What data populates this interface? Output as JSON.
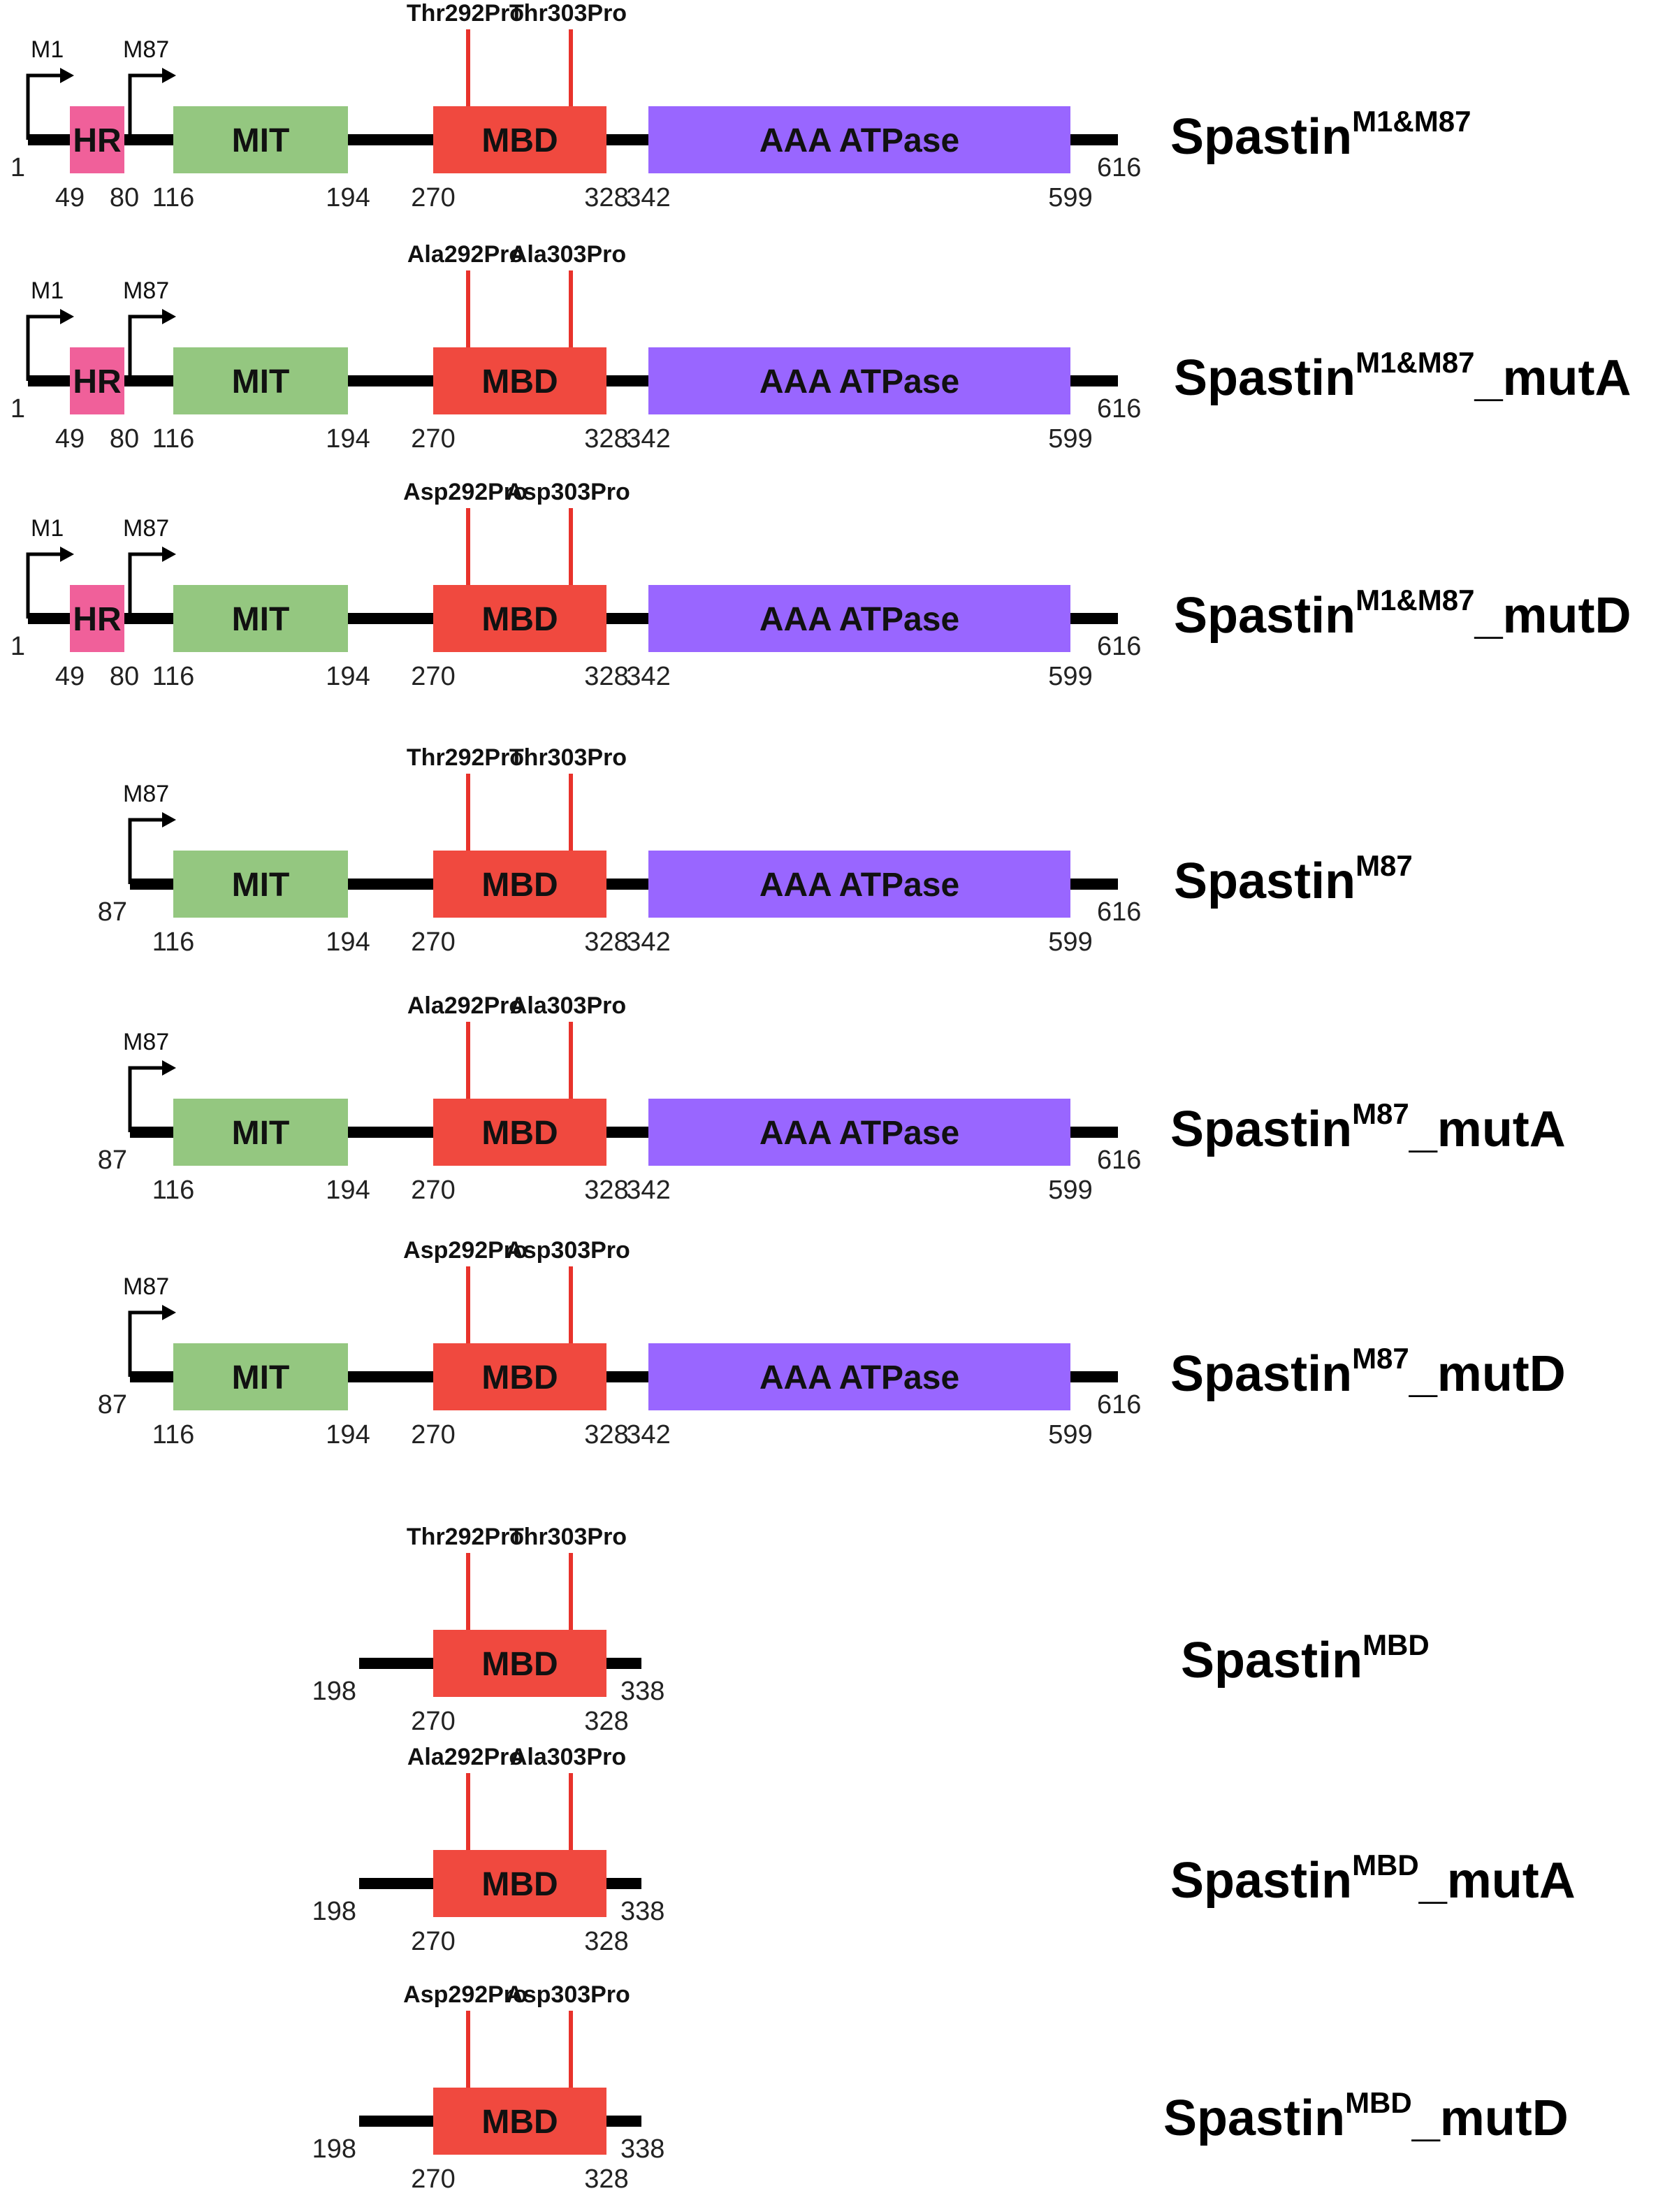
{
  "colors": {
    "HR": "#f0609a",
    "MIT": "#94c780",
    "MBD": "#f0493f",
    "AAA ATPase": "#9966ff",
    "backbone": "#000000",
    "mutation_line": "#e8322b"
  },
  "constructs": [
    {
      "name": "Spastin",
      "sup": "M1&M87",
      "suffix": "",
      "start": 1,
      "end": 616,
      "start_label": "1",
      "end_label": "616",
      "start_sites": [
        "M1",
        "M87"
      ],
      "domains": [
        {
          "name": "HR",
          "label": "HR",
          "start": 49,
          "end": 80
        },
        {
          "name": "MIT",
          "label": "MIT",
          "start": 116,
          "end": 194
        },
        {
          "name": "MBD",
          "label": "MBD",
          "start": 270,
          "end": 328
        },
        {
          "name": "AAA ATPase",
          "label": "AAA ATPase",
          "start": 342,
          "end": 599
        }
      ],
      "positions": [
        "49",
        "80",
        "116",
        "194",
        "270",
        "328",
        "342",
        "599"
      ],
      "mutations": [
        "Thr292Pro",
        "Thr303Pro"
      ]
    },
    {
      "name": "Spastin",
      "sup": "M1&M87",
      "suffix": "_mutA",
      "start": 1,
      "end": 616,
      "start_label": "1",
      "end_label": "616",
      "start_sites": [
        "M1",
        "M87"
      ],
      "domains": [
        {
          "name": "HR",
          "label": "HR",
          "start": 49,
          "end": 80
        },
        {
          "name": "MIT",
          "label": "MIT",
          "start": 116,
          "end": 194
        },
        {
          "name": "MBD",
          "label": "MBD",
          "start": 270,
          "end": 328
        },
        {
          "name": "AAA ATPase",
          "label": "AAA ATPase",
          "start": 342,
          "end": 599
        }
      ],
      "positions": [
        "49",
        "80",
        "116",
        "194",
        "270",
        "328",
        "342",
        "599"
      ],
      "mutations": [
        "Ala292Pro",
        "Ala303Pro"
      ]
    },
    {
      "name": "Spastin",
      "sup": "M1&M87",
      "suffix": "_mutD",
      "start": 1,
      "end": 616,
      "start_label": "1",
      "end_label": "616",
      "start_sites": [
        "M1",
        "M87"
      ],
      "domains": [
        {
          "name": "HR",
          "label": "HR",
          "start": 49,
          "end": 80
        },
        {
          "name": "MIT",
          "label": "MIT",
          "start": 116,
          "end": 194
        },
        {
          "name": "MBD",
          "label": "MBD",
          "start": 270,
          "end": 328
        },
        {
          "name": "AAA ATPase",
          "label": "AAA ATPase",
          "start": 342,
          "end": 599
        }
      ],
      "positions": [
        "49",
        "80",
        "116",
        "194",
        "270",
        "328",
        "342",
        "599"
      ],
      "mutations": [
        "Asp292Pro",
        "Asp303Pro"
      ]
    },
    {
      "name": "Spastin",
      "sup": "M87",
      "suffix": "",
      "start": 87,
      "end": 616,
      "start_label": "87",
      "end_label": "616",
      "start_sites": [
        "M87"
      ],
      "domains": [
        {
          "name": "MIT",
          "label": "MIT",
          "start": 116,
          "end": 194
        },
        {
          "name": "MBD",
          "label": "MBD",
          "start": 270,
          "end": 328
        },
        {
          "name": "AAA ATPase",
          "label": "AAA ATPase",
          "start": 342,
          "end": 599
        }
      ],
      "positions": [
        "116",
        "194",
        "270",
        "328",
        "342",
        "599"
      ],
      "mutations": [
        "Thr292Pro",
        "Thr303Pro"
      ]
    },
    {
      "name": "Spastin",
      "sup": "M87",
      "suffix": "_mutA",
      "start": 87,
      "end": 616,
      "start_label": "87",
      "end_label": "616",
      "start_sites": [
        "M87"
      ],
      "domains": [
        {
          "name": "MIT",
          "label": "MIT",
          "start": 116,
          "end": 194
        },
        {
          "name": "MBD",
          "label": "MBD",
          "start": 270,
          "end": 328
        },
        {
          "name": "AAA ATPase",
          "label": "AAA ATPase",
          "start": 342,
          "end": 599
        }
      ],
      "positions": [
        "116",
        "194",
        "270",
        "328",
        "342",
        "599"
      ],
      "mutations": [
        "Ala292Pro",
        "Ala303Pro"
      ]
    },
    {
      "name": "Spastin",
      "sup": "M87",
      "suffix": "_mutD",
      "start": 87,
      "end": 616,
      "start_label": "87",
      "end_label": "616",
      "start_sites": [
        "M87"
      ],
      "domains": [
        {
          "name": "MIT",
          "label": "MIT",
          "start": 116,
          "end": 194
        },
        {
          "name": "MBD",
          "label": "MBD",
          "start": 270,
          "end": 328
        },
        {
          "name": "AAA ATPase",
          "label": "AAA ATPase",
          "start": 342,
          "end": 599
        }
      ],
      "positions": [
        "116",
        "194",
        "270",
        "328",
        "342",
        "599"
      ],
      "mutations": [
        "Asp292Pro",
        "Asp303Pro"
      ]
    },
    {
      "name": "Spastin",
      "sup": "MBD",
      "suffix": "",
      "start": 198,
      "end": 338,
      "start_label": "198",
      "end_label": "338",
      "start_sites": [],
      "domains": [
        {
          "name": "MBD",
          "label": "MBD",
          "start": 270,
          "end": 328
        }
      ],
      "positions": [
        "270",
        "328"
      ],
      "mutations": [
        "Thr292Pro",
        "Thr303Pro"
      ]
    },
    {
      "name": "Spastin",
      "sup": "MBD",
      "suffix": "_mutA",
      "start": 198,
      "end": 338,
      "start_label": "198",
      "end_label": "338",
      "start_sites": [],
      "domains": [
        {
          "name": "MBD",
          "label": "MBD",
          "start": 270,
          "end": 328
        }
      ],
      "positions": [
        "270",
        "328"
      ],
      "mutations": [
        "Ala292Pro",
        "Ala303Pro"
      ]
    },
    {
      "name": "Spastin",
      "sup": "MBD",
      "suffix": "_mutD",
      "start": 198,
      "end": 338,
      "start_label": "198",
      "end_label": "338",
      "start_sites": [],
      "domains": [
        {
          "name": "MBD",
          "label": "MBD",
          "start": 270,
          "end": 328
        }
      ],
      "positions": [
        "270",
        "328"
      ],
      "mutations": [
        "Asp292Pro",
        "Asp303Pro"
      ]
    }
  ]
}
